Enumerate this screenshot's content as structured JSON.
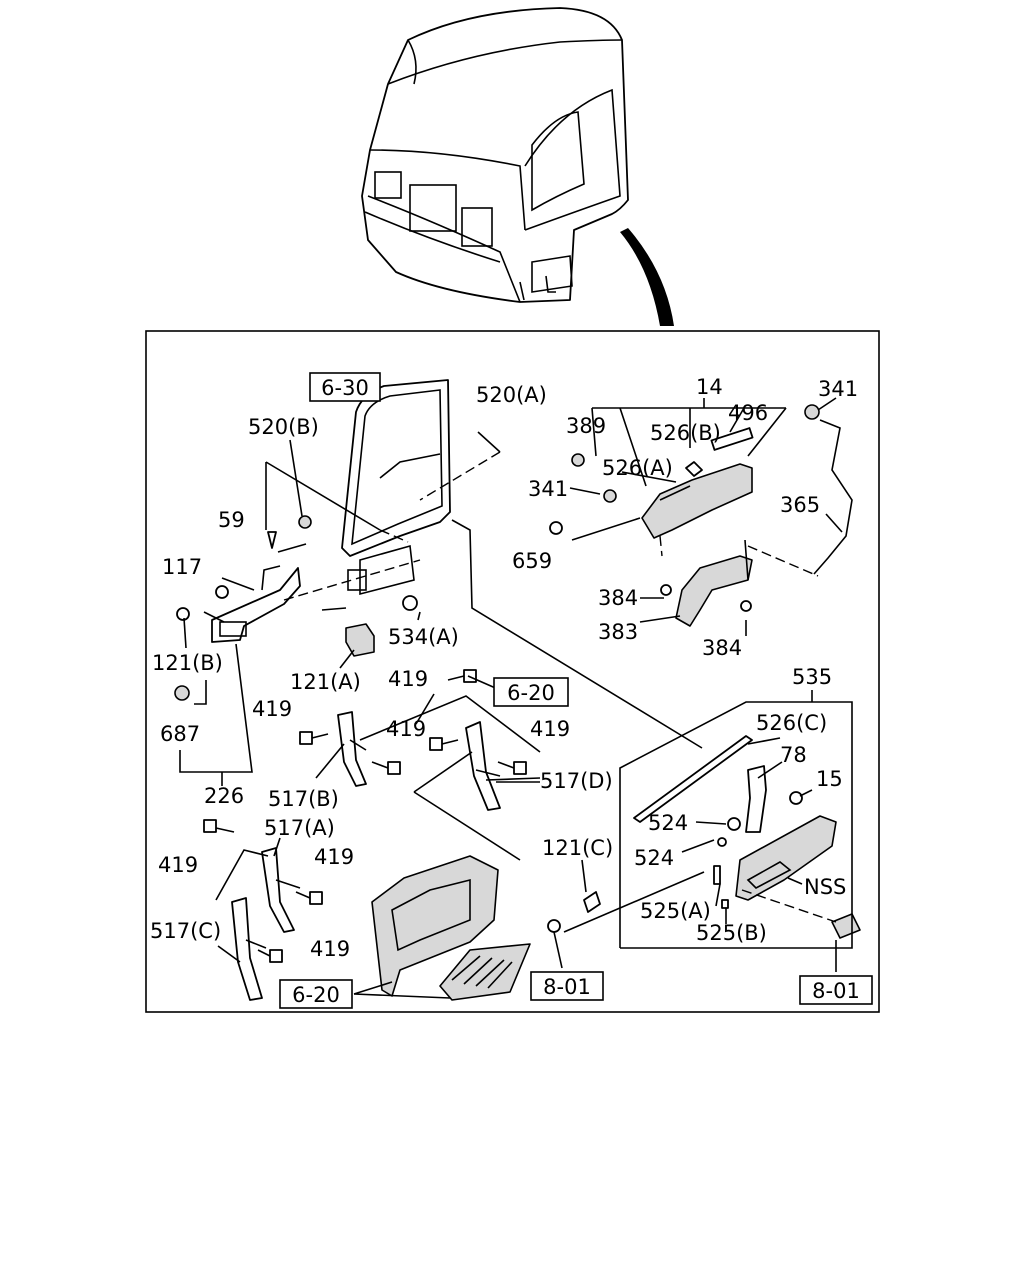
{
  "references": {
    "r_6_30": "6-30",
    "r_6_20_a": "6-20",
    "r_6_20_b": "6-20",
    "r_8_01_a": "8-01",
    "r_8_01_b": "8-01"
  },
  "labels": {
    "l14": "14",
    "l341a": "341",
    "l520a": "520(A)",
    "l389": "389",
    "l526b": "526(B)",
    "l496": "496",
    "l526a": "526(A)",
    "l520b": "520(B)",
    "l341b": "341",
    "l365": "365",
    "l59": "59",
    "l659": "659",
    "l117": "117",
    "l384a": "384",
    "l383": "383",
    "l384b": "384",
    "l534a": "534(A)",
    "l121b": "121(B)",
    "l121a": "121(A)",
    "l535": "535",
    "l419a": "419",
    "l419b": "419",
    "l526c": "526(C)",
    "l687": "687",
    "l419c": "419",
    "l419d": "419",
    "l78": "78",
    "l517d": "517(D)",
    "l15": "15",
    "l226": "226",
    "l517b": "517(B)",
    "l524a": "524",
    "l517a": "517(A)",
    "l121c": "121(C)",
    "l419e": "419",
    "l524b": "524",
    "l419f": "419",
    "lnss": "NSS",
    "l525a": "525(A)",
    "l525b": "525(B)",
    "l517c": "517(C)",
    "l419g": "419"
  }
}
